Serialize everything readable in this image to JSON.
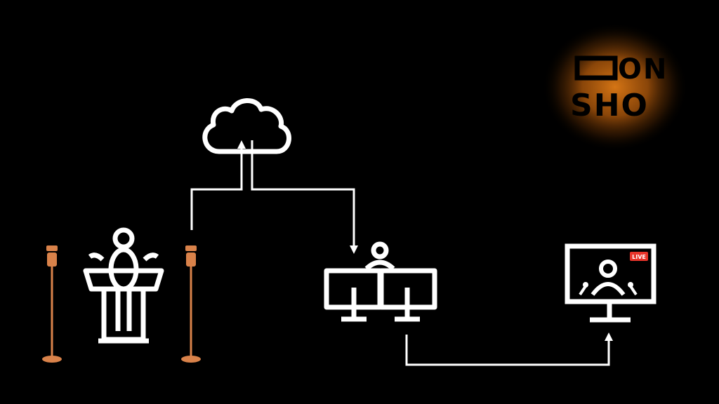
{
  "logo": {
    "line1": "ON",
    "line2": "SHO"
  },
  "monitor": {
    "badge": "LIVE"
  },
  "colors": {
    "background": "#000000",
    "stroke": "#ffffff",
    "microphone": "#d9824a",
    "microphone_dark": "#b8652f",
    "live_badge": "#e8342a",
    "logo_glow": "#c86a12",
    "logo_text": "#000000"
  },
  "icons": [
    "microphone-stand-icon",
    "podium-speaker-icon",
    "cloud-icon",
    "dual-monitor-encoder-icon",
    "live-stream-monitor-icon"
  ]
}
